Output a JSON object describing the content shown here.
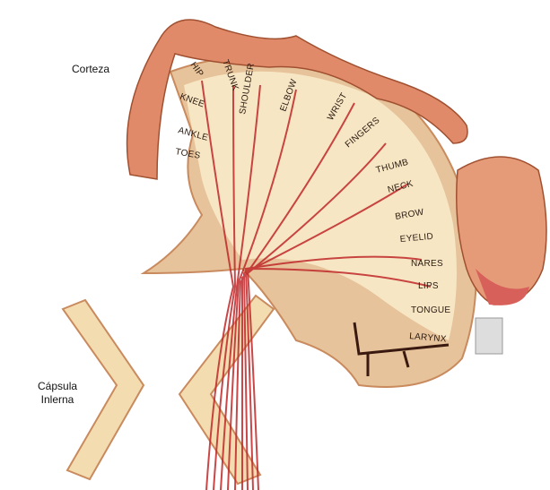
{
  "captions": {
    "cortex": "Corteza",
    "capsule_line1": "Cápsula",
    "capsule_line2": "Inlerna"
  },
  "body_parts": [
    "HIP",
    "TRUNK",
    "SHOULDER",
    "ELBOW",
    "WRIST",
    "KNEE",
    "ANKLE",
    "TOES",
    "FINGERS",
    "THUMB",
    "NECK",
    "BROW",
    "EYELID",
    "NARES",
    "LIPS",
    "TONGUE",
    "LARYNX"
  ],
  "colors": {
    "cortex": "#e9c9a0",
    "inner": "#f7e6c4",
    "skin": "#e08a6a",
    "fibers": "#c0282a"
  }
}
